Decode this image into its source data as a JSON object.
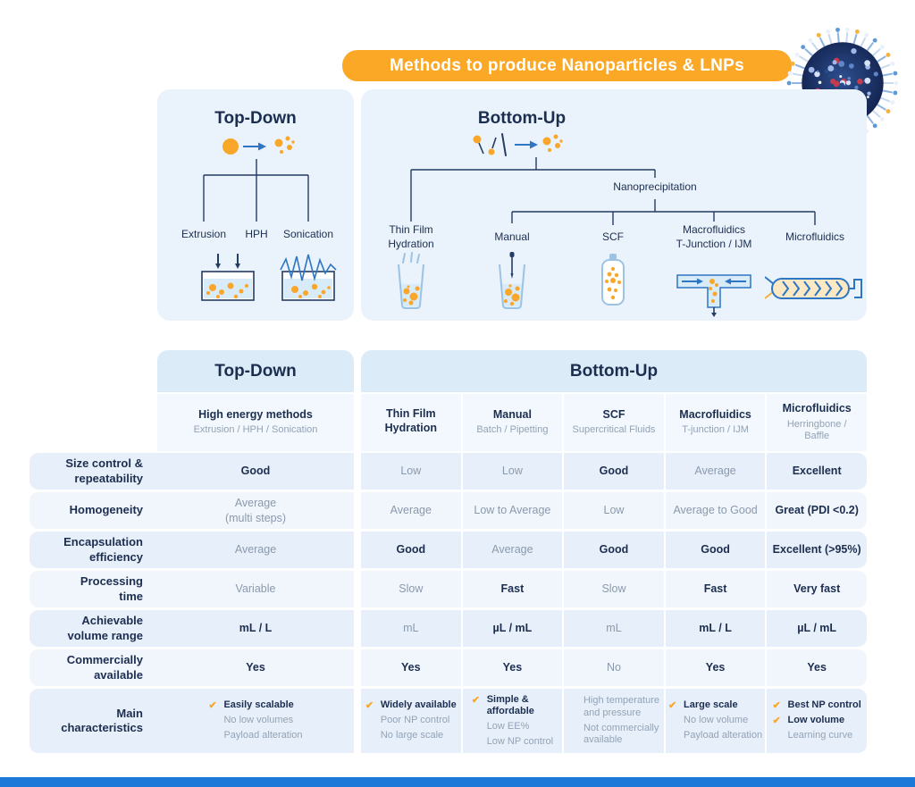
{
  "banner": {
    "title": "Methods to produce Nanoparticles & LNPs"
  },
  "diagram": {
    "top_down": {
      "title": "Top-Down",
      "branches": [
        "Extrusion",
        "HPH",
        "Sonication"
      ]
    },
    "bottom_up": {
      "title": "Bottom-Up",
      "nanoprecipitation": "Nanoprecipitation",
      "branches": [
        "Thin Film\nHydration",
        "Manual",
        "SCF",
        "Macrofluidics\nT-Junction / IJM",
        "Microfluidics"
      ]
    }
  },
  "table": {
    "group_headers": [
      "Top-Down",
      "Bottom-Up"
    ],
    "columns": [
      {
        "title": "High energy methods",
        "subtitle": "Extrusion / HPH / Sonication"
      },
      {
        "title": "Thin Film\nHydration",
        "subtitle": ""
      },
      {
        "title": "Manual",
        "subtitle": "Batch / Pipetting"
      },
      {
        "title": "SCF",
        "subtitle": "Supercritical Fluids"
      },
      {
        "title": "Macrofluidics",
        "subtitle": "T-junction / IJM"
      },
      {
        "title": "Microfluidics",
        "subtitle": "Herringbone /\nBaffle"
      }
    ],
    "rows": [
      {
        "label": "Size control &\nrepeatability",
        "cells": [
          {
            "text": "Good",
            "bold": true
          },
          {
            "text": "Low"
          },
          {
            "text": "Low"
          },
          {
            "text": "Good",
            "bold": true
          },
          {
            "text": "Average"
          },
          {
            "text": "Excellent",
            "bold": true
          }
        ]
      },
      {
        "label": "Homogeneity",
        "cells": [
          {
            "text": "Average\n(multi steps)"
          },
          {
            "text": "Average"
          },
          {
            "text": "Low to Average"
          },
          {
            "text": "Low"
          },
          {
            "text": "Average to Good"
          },
          {
            "text": "Great (PDI <0.2)",
            "bold": true
          }
        ]
      },
      {
        "label": "Encapsulation\nefficiency",
        "cells": [
          {
            "text": "Average"
          },
          {
            "text": "Good",
            "bold": true
          },
          {
            "text": "Average"
          },
          {
            "text": "Good",
            "bold": true
          },
          {
            "text": "Good",
            "bold": true
          },
          {
            "text": "Excellent (>95%)",
            "bold": true
          }
        ]
      },
      {
        "label": "Processing\ntime",
        "cells": [
          {
            "text": "Variable"
          },
          {
            "text": "Slow"
          },
          {
            "text": "Fast",
            "bold": true
          },
          {
            "text": "Slow"
          },
          {
            "text": "Fast",
            "bold": true
          },
          {
            "text": "Very fast",
            "bold": true
          }
        ]
      },
      {
        "label": "Achievable\nvolume range",
        "cells": [
          {
            "text": "mL / L",
            "bold": true
          },
          {
            "text": "mL"
          },
          {
            "text": "µL / mL",
            "bold": true
          },
          {
            "text": "mL"
          },
          {
            "text": "mL / L",
            "bold": true
          },
          {
            "text": "µL / mL",
            "bold": true
          }
        ]
      },
      {
        "label": "Commercially\navailable",
        "cells": [
          {
            "text": "Yes",
            "bold": true
          },
          {
            "text": "Yes",
            "bold": true
          },
          {
            "text": "Yes",
            "bold": true
          },
          {
            "text": "No"
          },
          {
            "text": "Yes",
            "bold": true
          },
          {
            "text": "Yes",
            "bold": true
          }
        ]
      },
      {
        "label": "Main\ncharacteristics",
        "tall": true,
        "cells": [
          {
            "items": [
              {
                "text": "Easily scalable",
                "check": true
              },
              {
                "text": "No low volumes"
              },
              {
                "text": "Payload alteration"
              }
            ]
          },
          {
            "items": [
              {
                "text": "Widely available",
                "check": true
              },
              {
                "text": "Poor NP control"
              },
              {
                "text": "No large scale"
              }
            ]
          },
          {
            "items": [
              {
                "text": "Simple &\naffordable",
                "check": true
              },
              {
                "text": "Low EE%"
              },
              {
                "text": "Low NP control"
              }
            ]
          },
          {
            "items": [
              {
                "text": "High temperature\nand pressure"
              },
              {
                "text": "Not commercially\navailable"
              }
            ]
          },
          {
            "items": [
              {
                "text": "Large scale",
                "check": true
              },
              {
                "text": "No low volume"
              },
              {
                "text": "Payload alteration"
              }
            ]
          },
          {
            "items": [
              {
                "text": "Best NP control",
                "check": true
              },
              {
                "text": "Low volume",
                "check": true
              },
              {
                "text": "Learning curve"
              }
            ]
          }
        ]
      }
    ]
  },
  "icons": {
    "check": "✔"
  },
  "colors": {
    "accent_orange": "#F9A62A",
    "navy_text": "#1C2E50",
    "gray_text": "#8B99AD",
    "panel_blue": "#EAF3FB",
    "header_blue": "#DCEBF8",
    "row_band": "#E7F0FA",
    "row_band_alt": "#F0F6FC",
    "bottom_bar_blue": "#1D79D8"
  }
}
